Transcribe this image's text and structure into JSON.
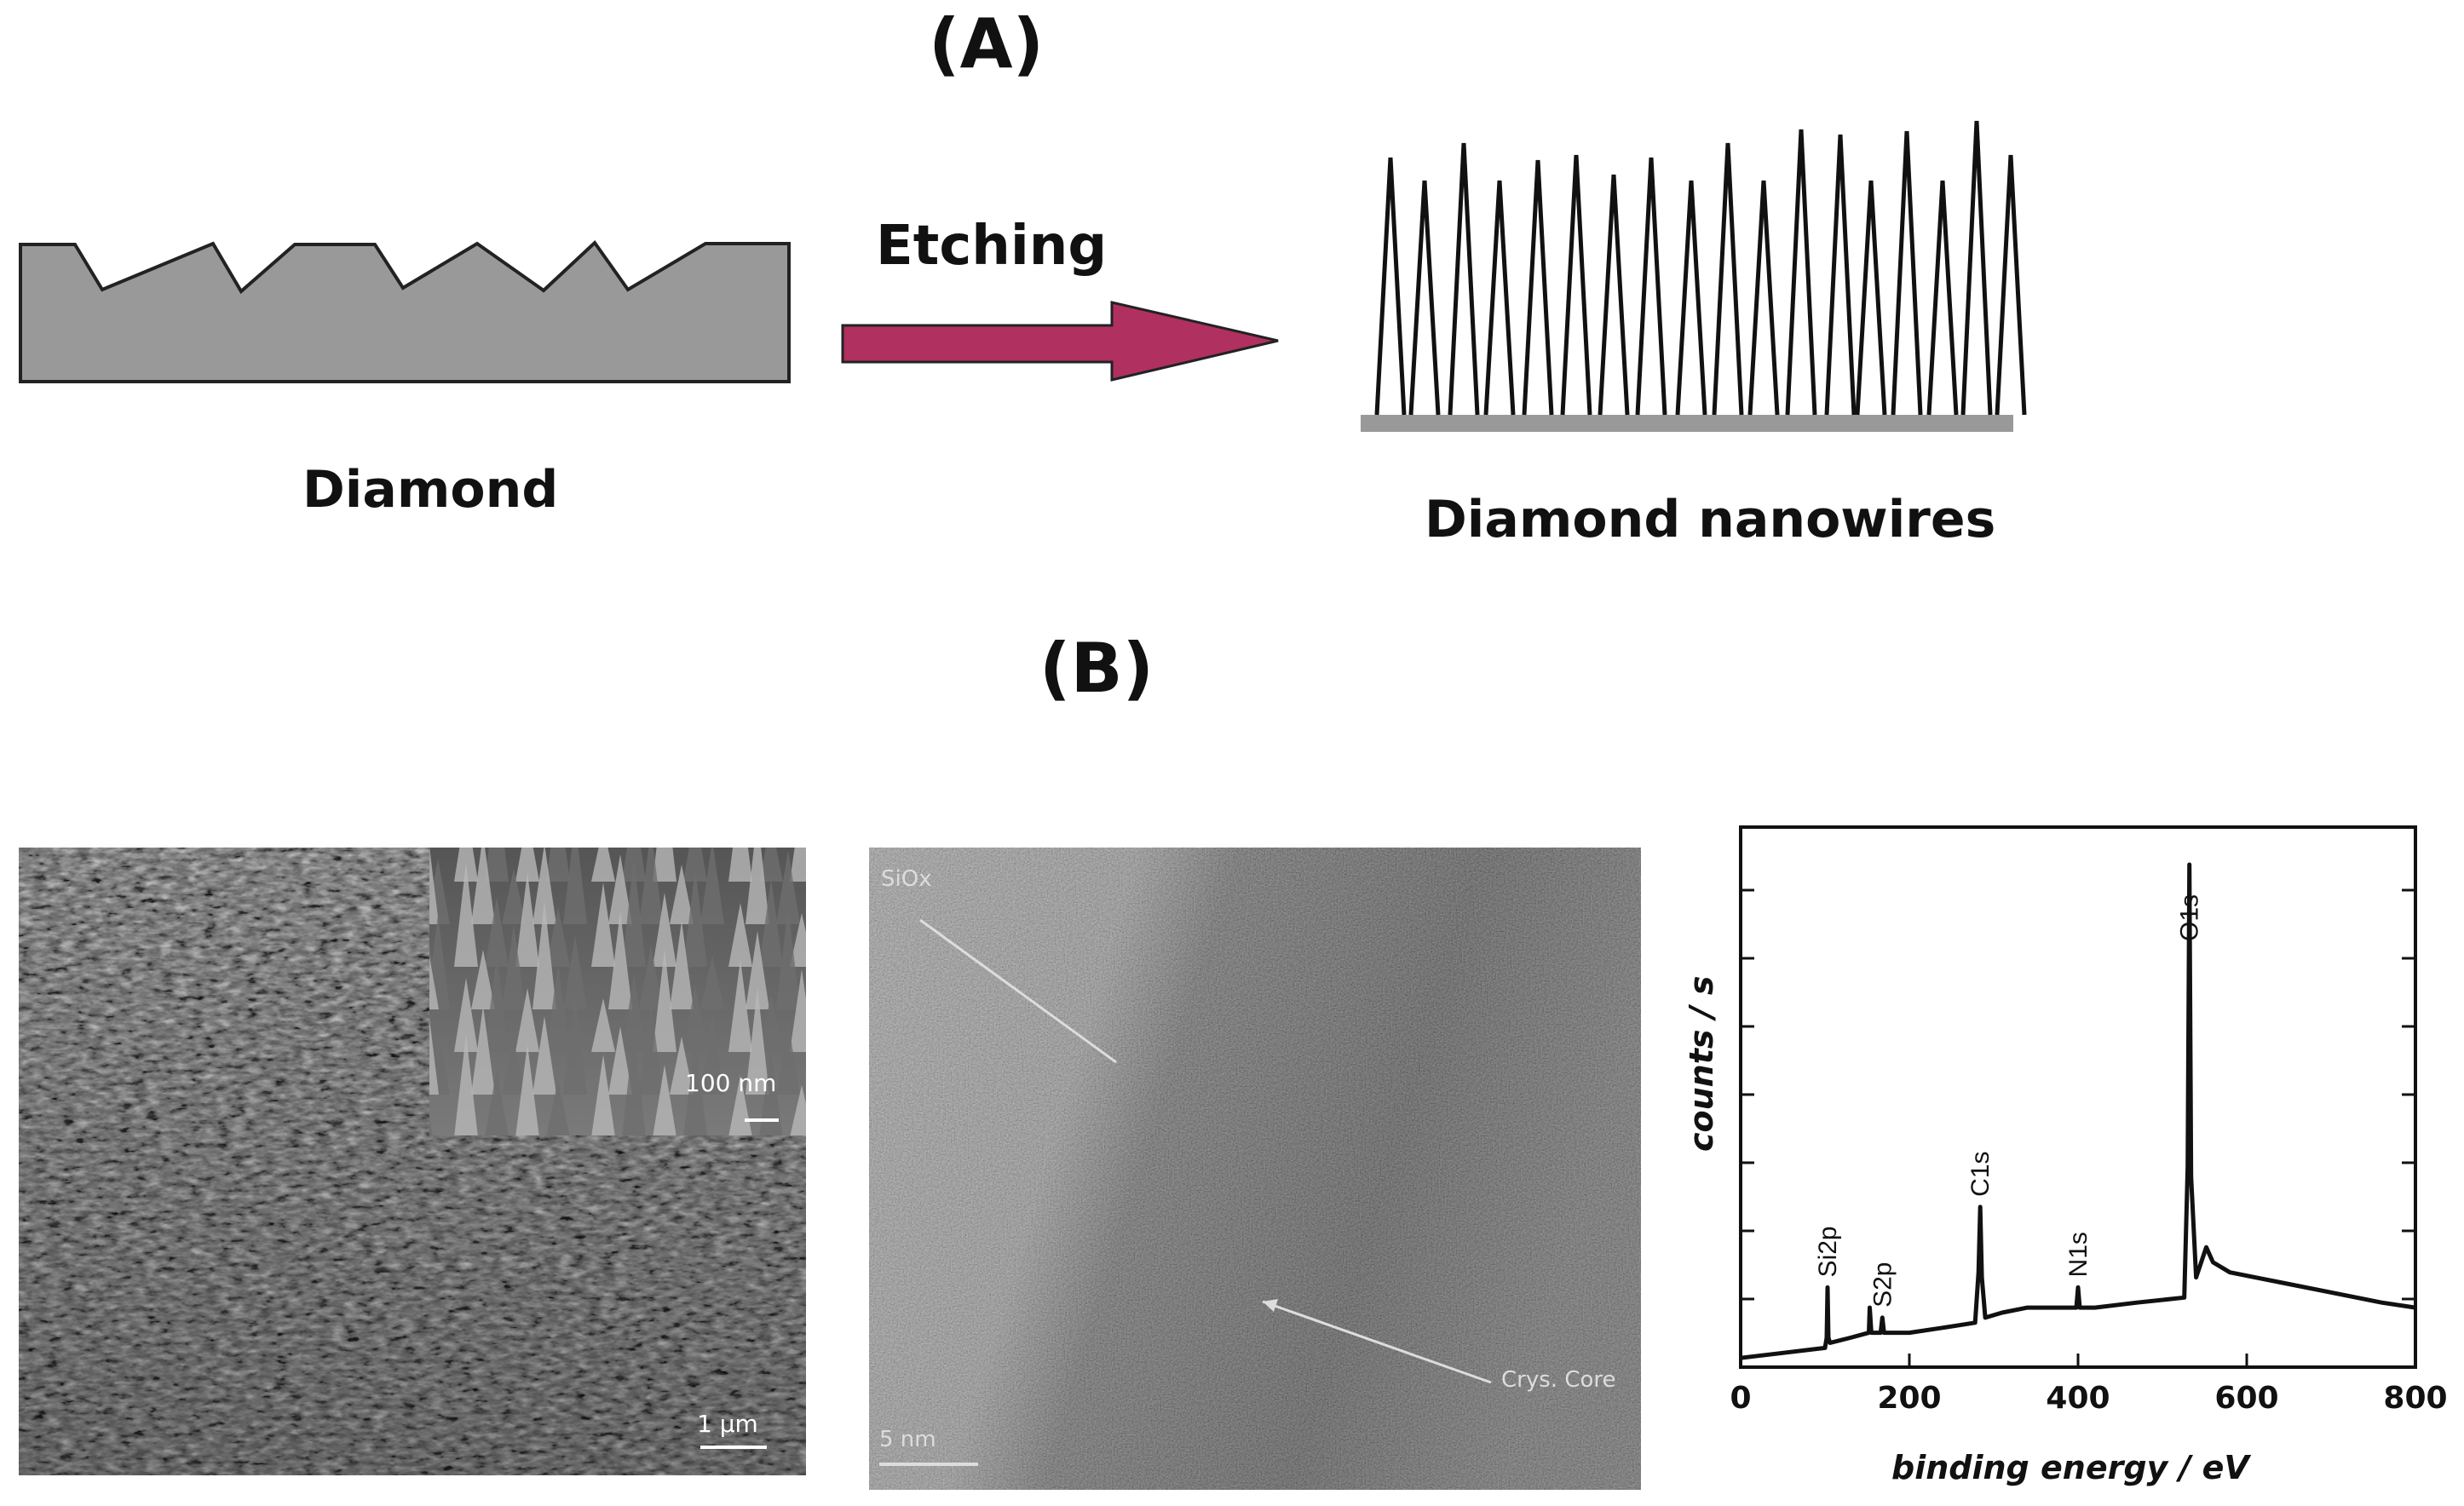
{
  "panel_a": {
    "label": "(A)",
    "etching_label": "Etching",
    "left_caption": "Diamond",
    "right_caption": "Diamond nanowires",
    "arrow_color": "#b03060",
    "substrate_color": "#999999"
  },
  "panel_b": {
    "label": "(B)",
    "sem": {
      "inset_scale": "100 nm",
      "main_scale": "1 µm"
    },
    "tem": {
      "label_top": "SiOx",
      "label_bottom": "Crys. Core",
      "scale": "5 nm"
    }
  },
  "chart_data": {
    "type": "line",
    "xlabel": "binding energy / eV",
    "ylabel": "counts / s",
    "xlim": [
      0,
      800
    ],
    "xticks": [
      0,
      200,
      400,
      600,
      800
    ],
    "peaks": [
      {
        "label": "Si2p",
        "x": 103
      },
      {
        "label": "S2p",
        "x": 168
      },
      {
        "label": "C1s",
        "x": 284
      },
      {
        "label": "N1s",
        "x": 400
      },
      {
        "label": "O1s",
        "x": 532
      }
    ],
    "series": [
      {
        "x": [
          0,
          50,
          100,
          102,
          103,
          104,
          106,
          130,
          152,
          153,
          155,
          160,
          166,
          168,
          170,
          200,
          240,
          278,
          282,
          284,
          286,
          290,
          310,
          340,
          398,
          400,
          402,
          420,
          470,
          526,
          530,
          532,
          534,
          540,
          552,
          560,
          580,
          640,
          700,
          760,
          800
        ],
        "y": [
          0.02,
          0.03,
          0.04,
          0.06,
          0.16,
          0.06,
          0.05,
          0.06,
          0.07,
          0.12,
          0.07,
          0.07,
          0.07,
          0.1,
          0.07,
          0.07,
          0.08,
          0.09,
          0.19,
          0.32,
          0.18,
          0.1,
          0.11,
          0.12,
          0.12,
          0.16,
          0.12,
          0.12,
          0.13,
          0.14,
          0.4,
          1.0,
          0.38,
          0.18,
          0.24,
          0.21,
          0.19,
          0.17,
          0.15,
          0.13,
          0.12
        ]
      }
    ]
  }
}
